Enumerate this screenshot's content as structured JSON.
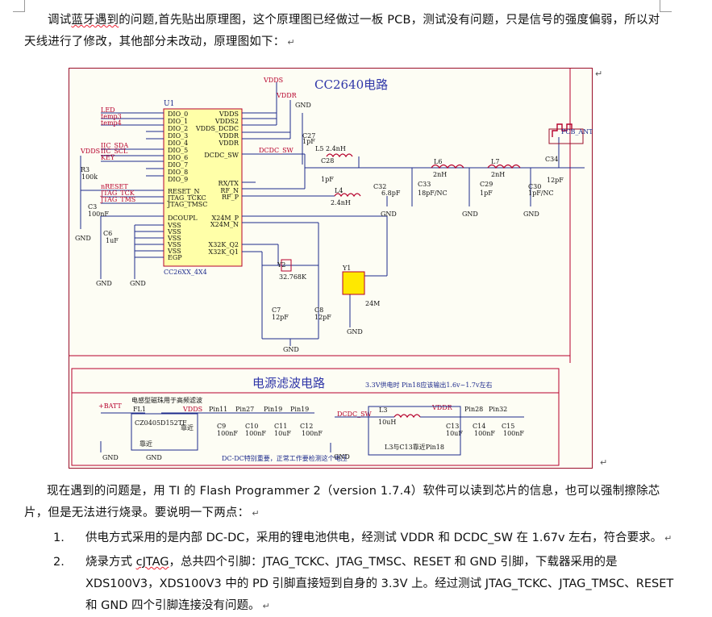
{
  "doc": {
    "p1_a": "调试",
    "p1_b": "蓝牙遇到",
    "p1_c": "的问题,首先贴出原理图，这个原理图已经做过一板 PCB，测试没有问题，只是信号的强度偏弱，所以对天线进行了修改，其他部分未改动，原理图如下：",
    "p2": "现在遇到的问题是，用 TI 的 Flash Programmer 2（version 1.7.4）软件可以读到芯片的信息，也可以强制擦除芯片，但是无法进行烧录。要说明一下两点：",
    "items": [
      {
        "num": "1.",
        "text": "供电方式采用的是内部 DC-DC，采用的锂电池供电，经测试 VDDR 和 DCDC_SW 在 1.67v 左右，符合要求。"
      },
      {
        "num": "2.",
        "text_a": "烧录方式 ",
        "text_b": "cJTAG",
        "text_c": "，总共四个引脚：JTAG_TCKC、JTAG_TMSC、RESET 和 GND 引脚，下载器采用的是 XDS100V3，XDS100V3 中的 PD 引脚直接短到自身的 3.3V 上。经过测试 JTAG_TCKC、JTAG_TMSC、RESET 和 GND 四个引脚连接没有问题。"
      }
    ]
  },
  "schematic": {
    "title": "CC2640电路",
    "power_title": "电源滤波电路",
    "ic_ref": "U1",
    "ic_part": "CC26XX_4X4",
    "colors": {
      "wire": "#1d2a8c",
      "component": "#b6002b",
      "ic_fill": "#ffffa8",
      "background": "#fdfdf4"
    }
  }
}
